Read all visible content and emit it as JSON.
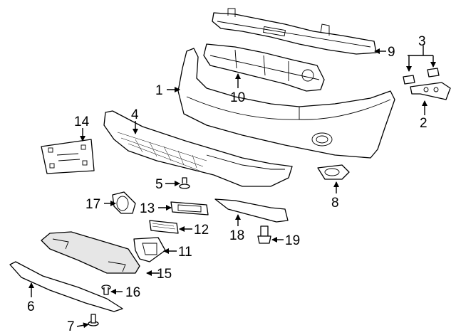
{
  "colors": {
    "line": "#000000",
    "background": "#ffffff",
    "part_fill": "#ffffff",
    "shade_fill": "#e6e6e6"
  },
  "callouts": [
    {
      "id": "1",
      "label": "1"
    },
    {
      "id": "2",
      "label": "2"
    },
    {
      "id": "3",
      "label": "3"
    },
    {
      "id": "4",
      "label": "4"
    },
    {
      "id": "5",
      "label": "5"
    },
    {
      "id": "6",
      "label": "6"
    },
    {
      "id": "7",
      "label": "7"
    },
    {
      "id": "8",
      "label": "8"
    },
    {
      "id": "9",
      "label": "9"
    },
    {
      "id": "10",
      "label": "10"
    },
    {
      "id": "11",
      "label": "11"
    },
    {
      "id": "12",
      "label": "12"
    },
    {
      "id": "13",
      "label": "13"
    },
    {
      "id": "14",
      "label": "14"
    },
    {
      "id": "15",
      "label": "15"
    },
    {
      "id": "16",
      "label": "16"
    },
    {
      "id": "17",
      "label": "17"
    },
    {
      "id": "18",
      "label": "18"
    },
    {
      "id": "19",
      "label": "19"
    }
  ]
}
